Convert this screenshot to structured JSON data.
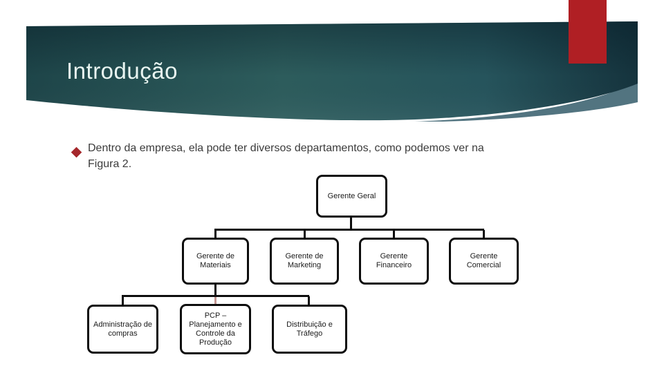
{
  "slide": {
    "title": "Introdução",
    "bullet_text": "Dentro da empresa, ela pode ter diversos departamentos, como podemos ver na\nFigura 2."
  },
  "theme": {
    "accent_red": "#b01f24",
    "band_dark": "#15333d",
    "band_mid": "#2d5c5c",
    "band_light_left": "#1e4549",
    "band_edge_light_wedge": "#527480",
    "title_color": "#e9f5f1",
    "bullet_marker_color": "#a5282c",
    "body_text_color": "#3b3b3b",
    "connector_color": "#0d0d0d",
    "connector_accent_stub": "#c39793"
  },
  "org_chart": {
    "type": "org-hierarchy",
    "caption_reference": "Figura 2",
    "root": {
      "label": "Gerente Geral"
    },
    "managers": [
      {
        "label": "Gerente de\nMateriais"
      },
      {
        "label": "Gerente de\nMarketing"
      },
      {
        "label": "Gerente\nFinanceiro"
      },
      {
        "label": "Gerente\nComercial"
      }
    ],
    "materials_children": [
      {
        "label": "Administração de\ncompras"
      },
      {
        "label": "PCP –\nPlanejamento e\nControle da\nProdução"
      },
      {
        "label": "Distribuição e\nTráfego"
      }
    ]
  }
}
